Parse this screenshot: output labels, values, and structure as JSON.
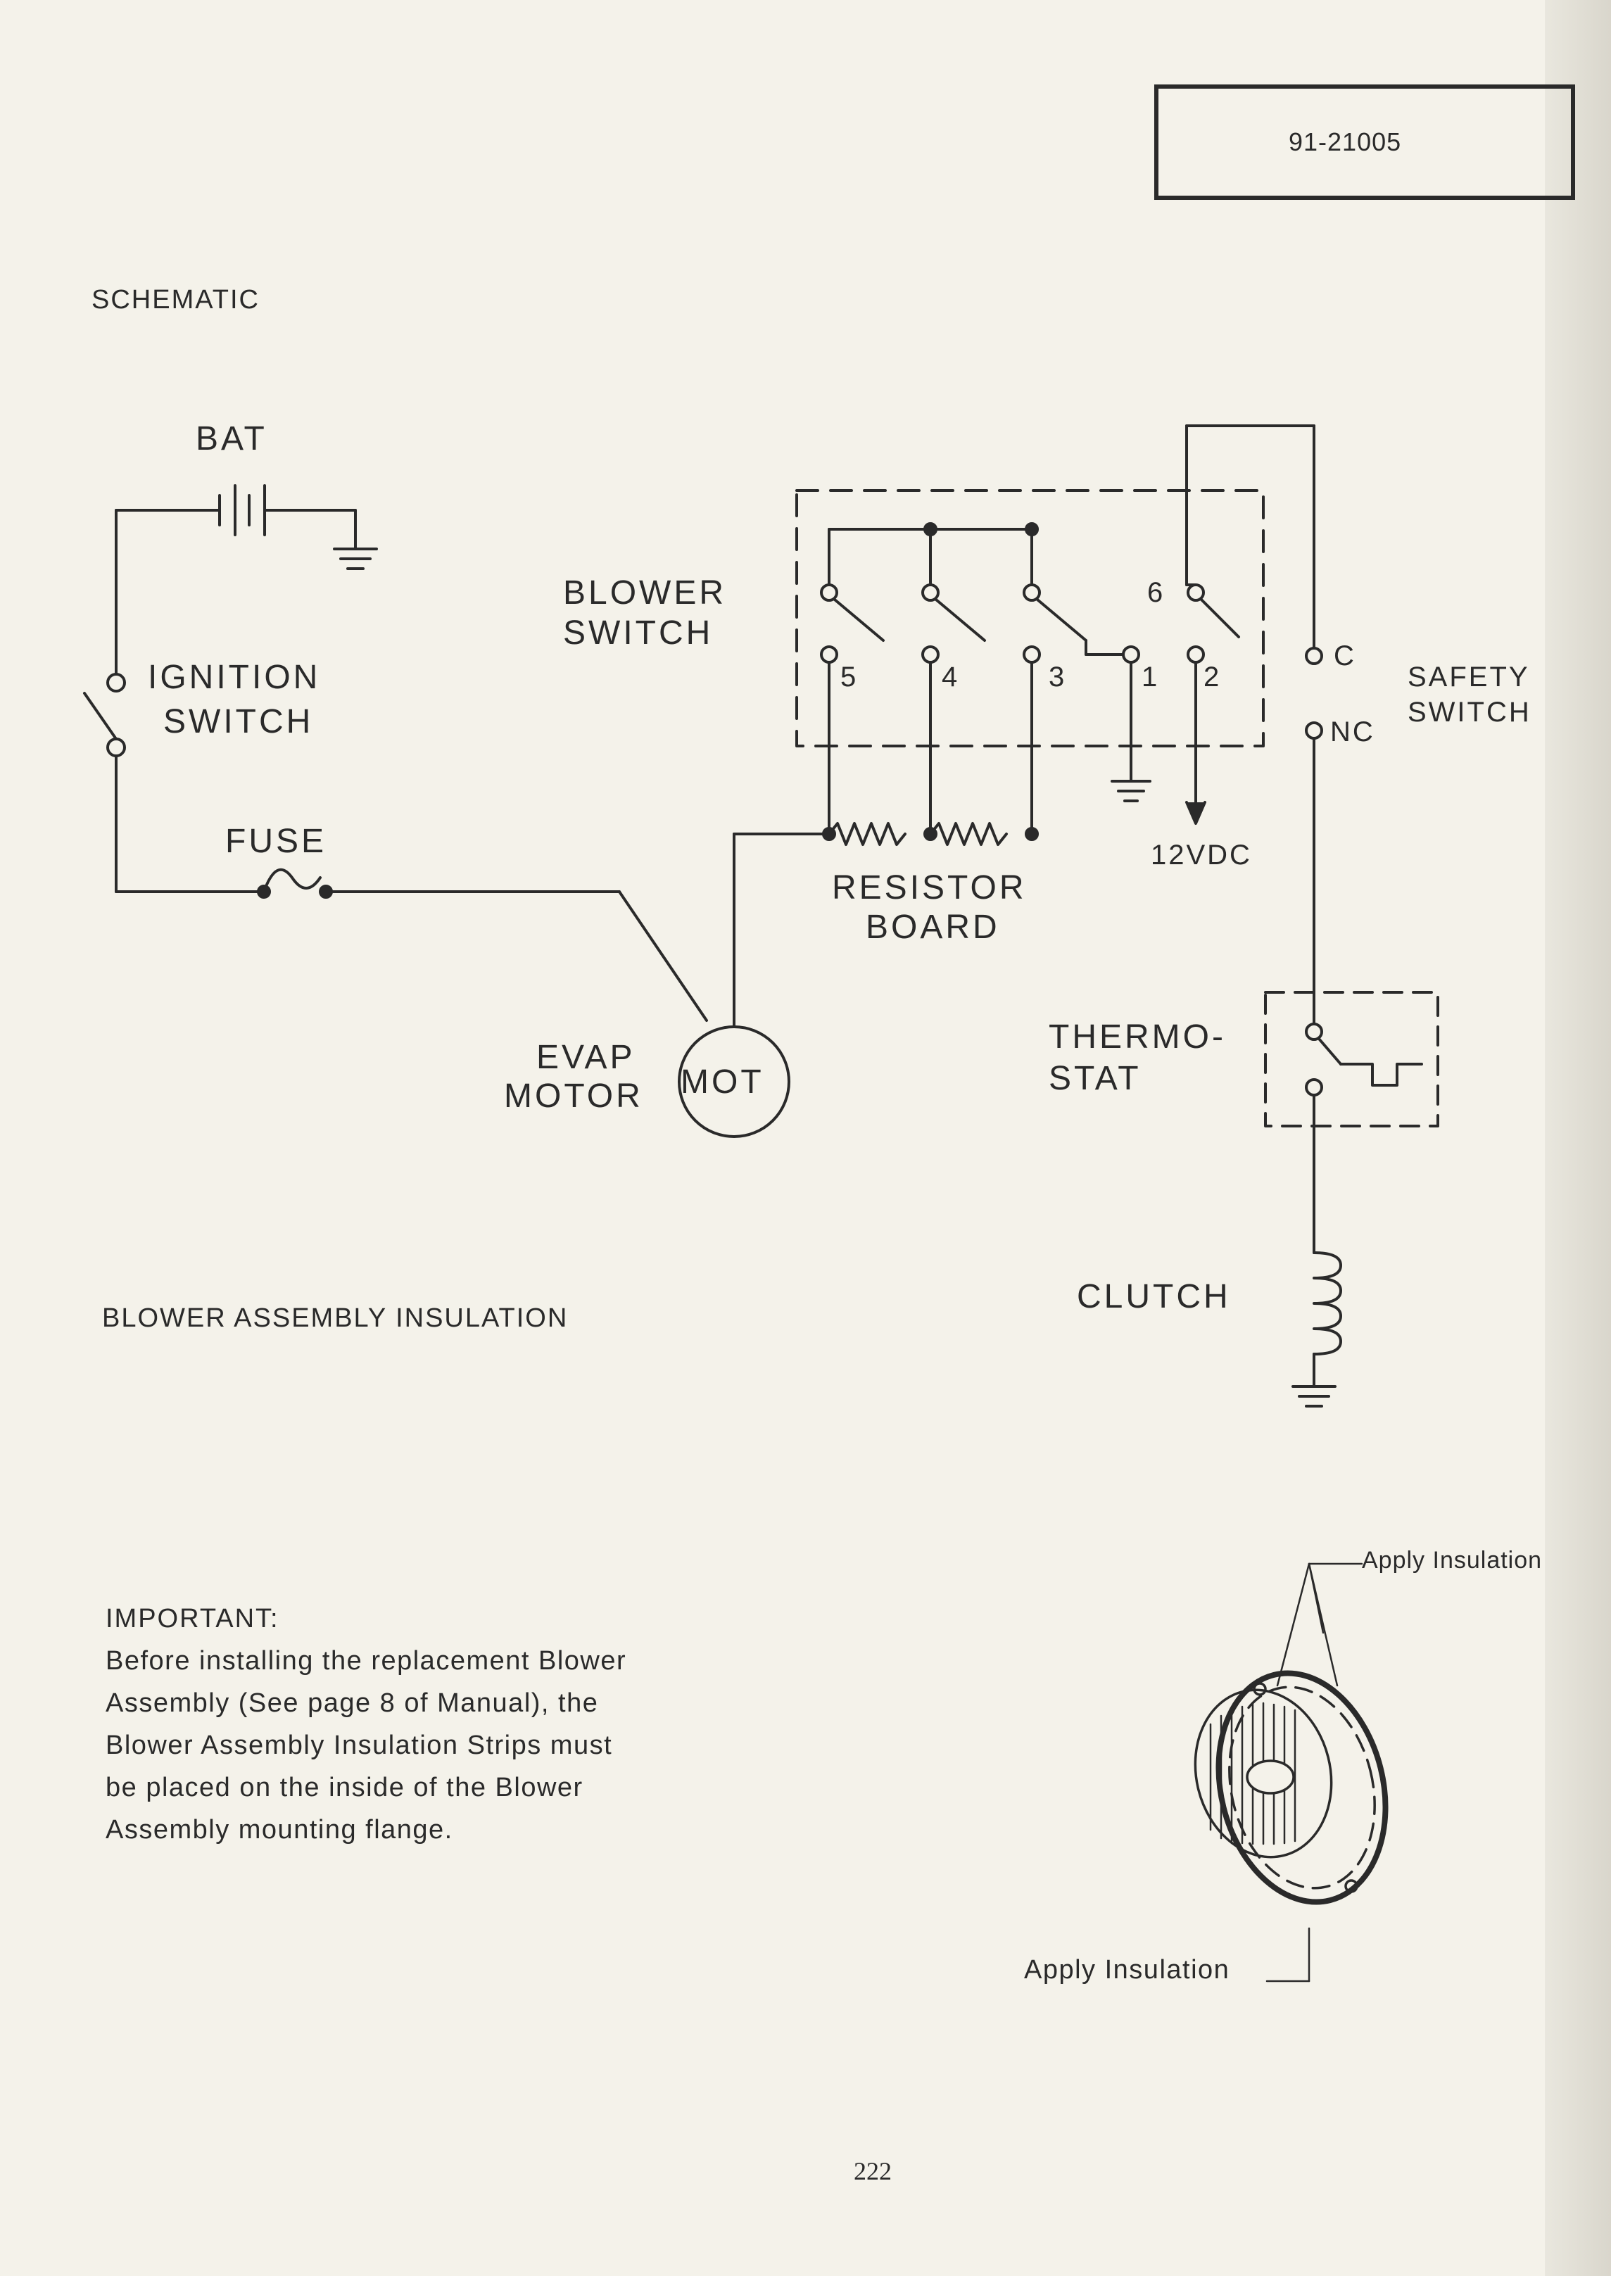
{
  "document_number": "91-21005",
  "section_title": "SCHEMATIC",
  "schematic": {
    "battery_label": "BAT",
    "ignition_label_1": "IGNITION",
    "ignition_label_2": "SWITCH",
    "fuse_label": "FUSE",
    "blower_switch_label_1": "BLOWER",
    "blower_switch_label_2": "SWITCH",
    "switch_positions": [
      "5",
      "4",
      "3",
      "1",
      "2",
      "6"
    ],
    "resistor_label_1": "RESISTOR",
    "resistor_label_2": "BOARD",
    "voltage_label": "12VDC",
    "evap_motor_label_1": "EVAP",
    "evap_motor_label_2": "MOTOR",
    "motor_symbol": "MOT",
    "safety_switch_label_1": "SAFETY",
    "safety_switch_label_2": "SWITCH",
    "safety_c": "C",
    "safety_nc": "NC",
    "thermostat_label_1": "THERMO-",
    "thermostat_label_2": "STAT",
    "clutch_label": "CLUTCH"
  },
  "insulation_section_title": "BLOWER ASSEMBLY INSULATION",
  "important": {
    "title": "IMPORTANT:",
    "lines": [
      "Before installing the replacement Blower",
      "Assembly (See page 8 of Manual), the",
      "Blower Assembly Insulation Strips must",
      "be placed on the inside of the Blower",
      "Assembly mounting flange."
    ]
  },
  "callouts": {
    "top": "Apply Insulation",
    "bottom": "Apply Insulation"
  },
  "page_number": "222"
}
